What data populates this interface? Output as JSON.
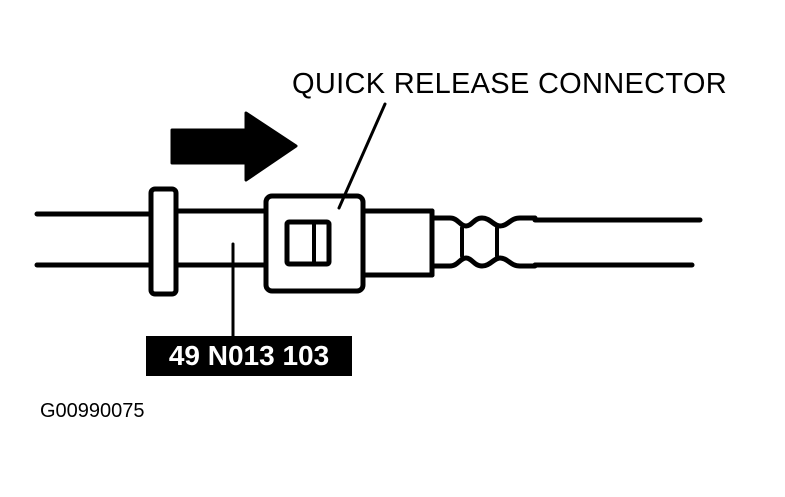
{
  "callout_label": "QUICK RELEASE CONNECTOR",
  "tool_label": "49 N013 103",
  "figure_id": "G00990075",
  "icons": {
    "direction": "arrow-right-icon"
  },
  "colors": {
    "ink": "#000000",
    "paper": "#ffffff"
  }
}
